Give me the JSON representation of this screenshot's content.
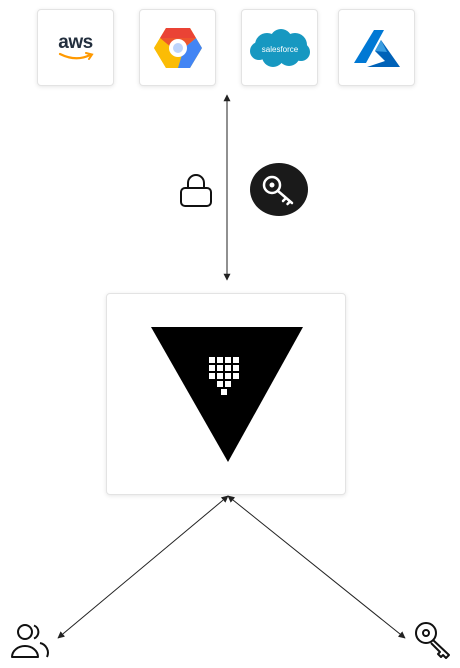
{
  "providers": [
    {
      "id": "aws",
      "logo_text": "aws",
      "icon": "aws-logo"
    },
    {
      "id": "gcp",
      "logo_text": "",
      "icon": "google-cloud-logo"
    },
    {
      "id": "salesforce",
      "logo_text": "salesforce",
      "icon": "salesforce-cloud-logo"
    },
    {
      "id": "azure",
      "logo_text": "",
      "icon": "azure-logo"
    }
  ],
  "center": {
    "icon": "vault-triangle-logo"
  },
  "edge_icons": [
    "lock-icon",
    "key-badge-icon"
  ],
  "clients": [
    "users-icon",
    "key-icon"
  ],
  "colors": {
    "aws_text": "#232f3e",
    "aws_smile": "#ff9900",
    "gcp_red": "#ea4335",
    "gcp_yellow": "#fbbc05",
    "gcp_blue": "#4285f4",
    "salesforce": "#1798c1",
    "azure": "#0078d4",
    "vault": "#000000",
    "badge": "#1a1a1a"
  }
}
